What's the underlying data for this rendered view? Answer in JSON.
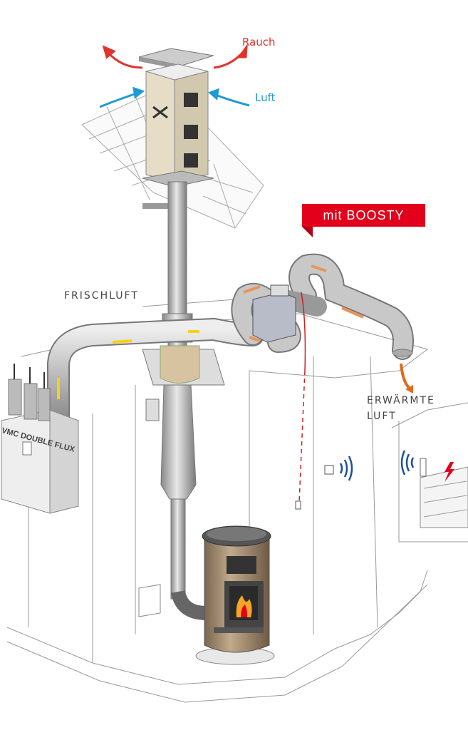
{
  "labels": {
    "smoke": "Rauch",
    "air": "Luft",
    "fresh_air": "FRISCHLUFT",
    "warm_air_line1": "ERWÄRMTE",
    "warm_air_line2": "LUFT",
    "boosty_badge": "mit BOOSTY",
    "vmc_unit": "VMC DOUBLE FLUX"
  },
  "colors": {
    "smoke_arrow": "#e0342a",
    "air_arrow": "#1e9ad6",
    "badge": "#e2001a",
    "warm_arrow": "#e06a1a",
    "fresh_arrow": "#f5d21a",
    "wifi": "#1e4fa0"
  }
}
